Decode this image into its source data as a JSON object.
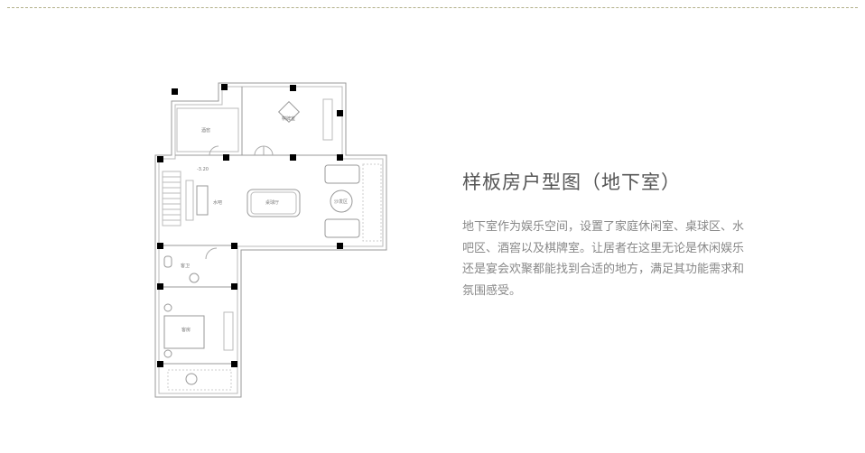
{
  "section": {
    "title": "样板房户型图（地下室）",
    "description": "地下室作为娱乐空间，设置了家庭休闲室、桌球区、水吧区、酒窖以及棋牌室。让居者在这里无论是休闲娱乐还是宴会欢聚都能找到合适的地方，满足其功能需求和氛围感受。"
  },
  "floorplan": {
    "rooms": {
      "wine_cellar": "酒窖",
      "chess_room": "棋牌室",
      "water_bar": "水吧",
      "billiards": "桌球厅",
      "sofa_area": "沙发区",
      "guest_bath": "客卫",
      "guest_room": "客房"
    },
    "level_mark": "-3.20"
  },
  "colors": {
    "divider": "#b3b08a",
    "title": "#555555",
    "text": "#888888"
  }
}
